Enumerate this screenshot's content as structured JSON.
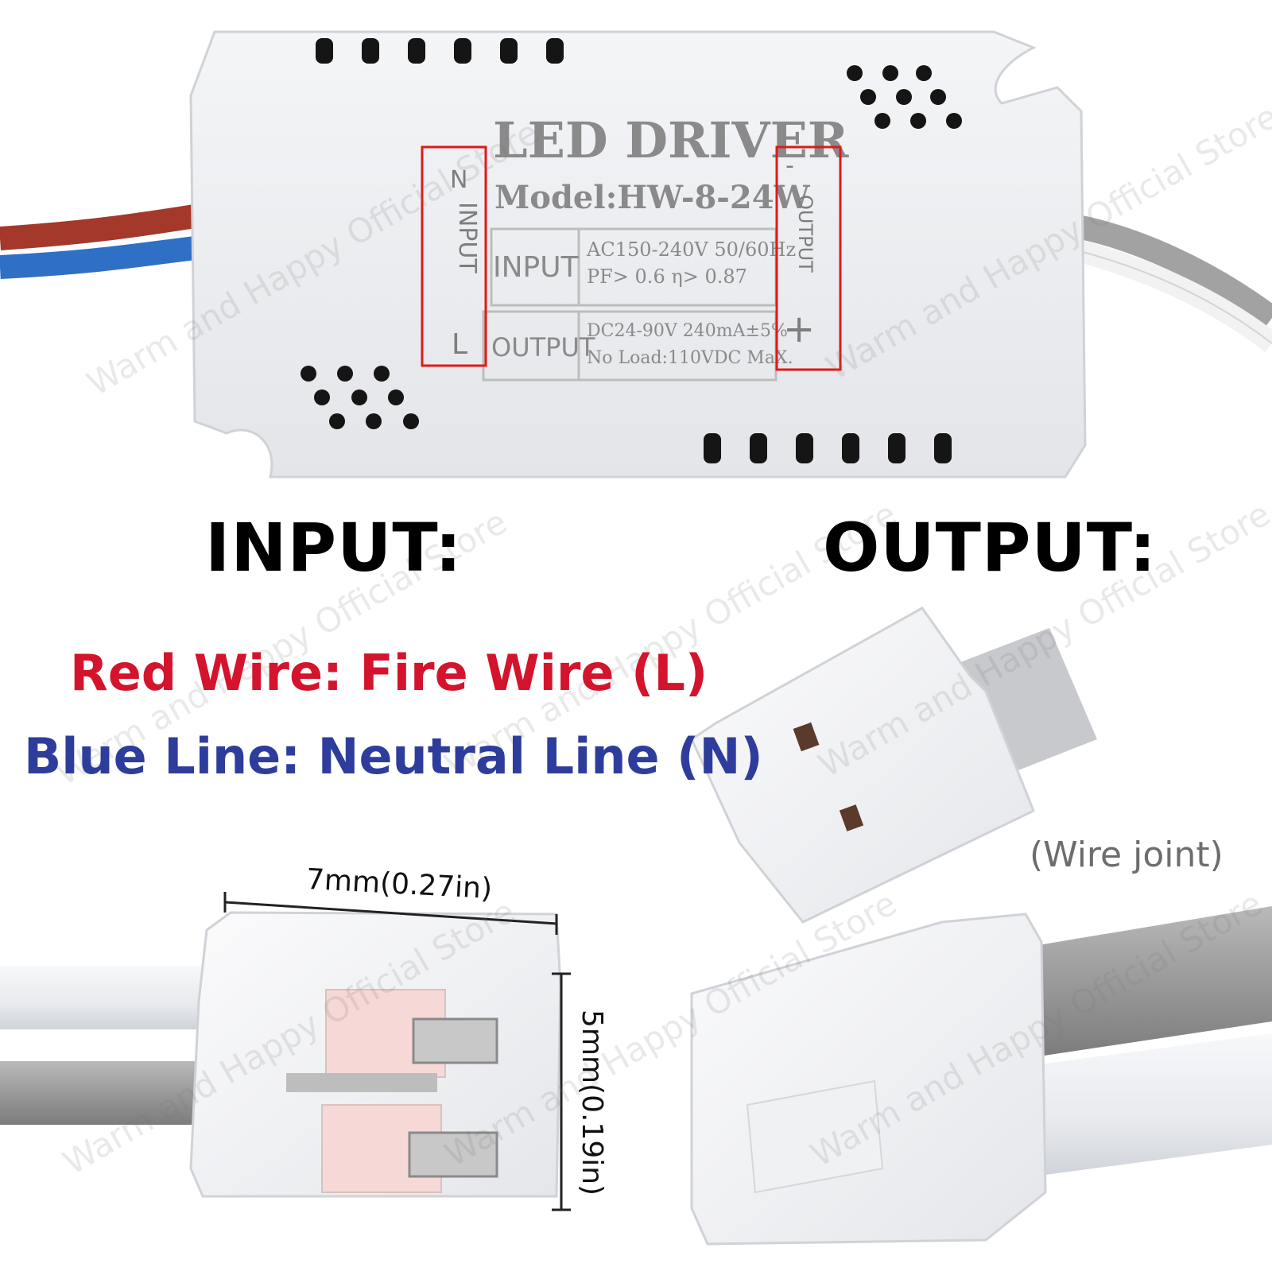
{
  "device": {
    "title": "LED DRIVER",
    "model": "Model:HW-8-24W",
    "input_label": "INPUT",
    "input_spec_line1": "AC150-240V 50/60Hz",
    "input_spec_line2": "PF> 0.6  η> 0.87",
    "output_label": "OUTPUT",
    "output_spec_line1": "DC24-90V 240mA±5%",
    "output_spec_line2": "No Load:110VDC MaX.",
    "side_input_text": "INPUT",
    "side_input_n": "N",
    "side_input_l": "L",
    "side_output_text": "OUTPUT",
    "side_output_minus": "-",
    "side_output_plus": "+"
  },
  "headings": {
    "input": "INPUT:",
    "output": "OUTPUT:"
  },
  "legend": {
    "red_wire": "Red Wire: Fire Wire (L)",
    "blue_line": "Blue Line: Neutral Line (N)"
  },
  "wire_joint_caption": "(Wire joint)",
  "dimensions": {
    "width": "7mm(0.27in)",
    "height": "5mm(0.19in)"
  },
  "watermark_text": "Warm and Happy Official Store",
  "colors": {
    "red_text": "#d4142c",
    "blue_text": "#2e3d9b",
    "highlight_box": "#e01919",
    "red_wire": "#a4382b",
    "blue_wire": "#2f6fc6",
    "gray_wire": "#9a9a9a"
  }
}
